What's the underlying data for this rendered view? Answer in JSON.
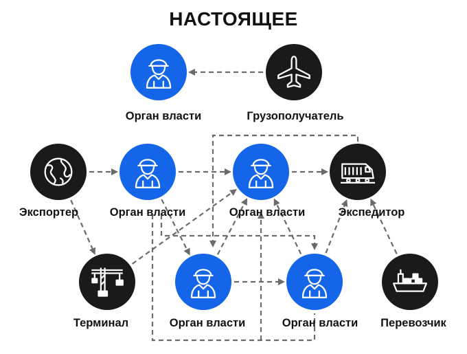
{
  "title": "НАСТОЯЩЕЕ",
  "colors": {
    "authority": "#1565e8",
    "party": "#1a1a1a",
    "arrow": "#6b6b6b",
    "icon_stroke": "#ffffff"
  },
  "nodes": [
    {
      "id": "authority_top",
      "label": "Орган власти",
      "kind": "authority",
      "icon": "worker-icon"
    },
    {
      "id": "consignee",
      "label": "Грузополучатель",
      "kind": "party",
      "icon": "airplane-icon"
    },
    {
      "id": "exporter",
      "label": "Экспортер",
      "kind": "party",
      "icon": "globe-icon"
    },
    {
      "id": "authority_mid1",
      "label": "Орган власти",
      "kind": "authority",
      "icon": "worker-icon"
    },
    {
      "id": "authority_mid2",
      "label": "Орган власти",
      "kind": "authority",
      "icon": "worker-icon"
    },
    {
      "id": "forwarder",
      "label": "Экспедитор",
      "kind": "party",
      "icon": "train-icon"
    },
    {
      "id": "terminal",
      "label": "Терминал",
      "kind": "party",
      "icon": "crane-icon"
    },
    {
      "id": "authority_bot1",
      "label": "Орган власти",
      "kind": "authority",
      "icon": "worker-icon"
    },
    {
      "id": "authority_bot2",
      "label": "Орган власти",
      "kind": "authority",
      "icon": "worker-icon"
    },
    {
      "id": "carrier",
      "label": "Перевозчик",
      "kind": "party",
      "icon": "ship-icon"
    }
  ]
}
